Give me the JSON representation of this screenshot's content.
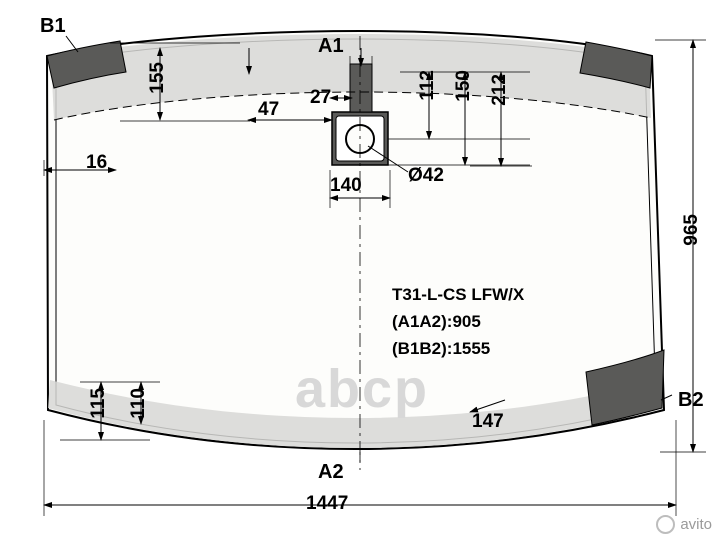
{
  "diagram": {
    "title": "Windshield glass technical drawing",
    "part_labels": {
      "code": "T31-L-CS LFW/X",
      "a1a2": "(A1A2):905",
      "b1b2": "(B1B2):1555"
    },
    "corner_labels": {
      "b1": "B1",
      "a1": "A1",
      "b2": "B2",
      "a2": "A2"
    },
    "dimensions": {
      "d155": "155",
      "d16": "16",
      "d47": "47",
      "d27": "27",
      "d112": "112",
      "d150": "150",
      "d212": "212",
      "d140": "140",
      "hole": "Ø42",
      "d965": "965",
      "d115": "115",
      "d110": "110",
      "d147": "147",
      "d1447": "1447"
    },
    "watermark": "abcp",
    "footer_brand": "avito",
    "colors": {
      "outline": "#000000",
      "glass_fill": "#fdfdfb",
      "shade_fill": "#d7d7d5",
      "corner_fill": "#5a5a58",
      "dimension_line": "#000000",
      "watermark": "#d8d8d8"
    }
  }
}
